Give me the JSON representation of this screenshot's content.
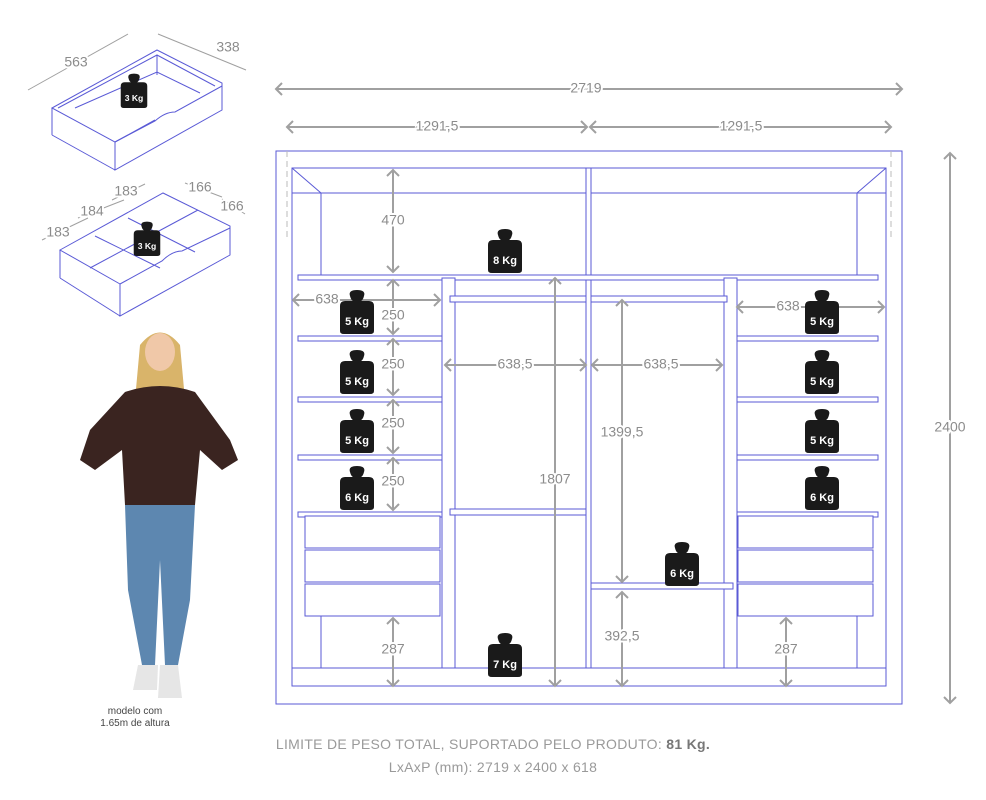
{
  "drawer_single": {
    "dims": [
      "563",
      "338"
    ],
    "weight": "3 Kg"
  },
  "drawer_divided": {
    "dims": [
      "183",
      "184",
      "183",
      "166",
      "166"
    ],
    "weight": "3 Kg"
  },
  "model_caption": {
    "line1": "modelo com",
    "line2": "1.65m de altura"
  },
  "wardrobe": {
    "dims": [
      "2719",
      "1291,5",
      "1291,5",
      "2400",
      "470",
      "638",
      "250",
      "250",
      "250",
      "250",
      "638",
      "638,5",
      "638,5",
      "1807",
      "1399,5",
      "392,5",
      "287",
      "287"
    ],
    "weights": [
      "8 Kg",
      "5 Kg",
      "5 Kg",
      "5 Kg",
      "6 Kg",
      "5 Kg",
      "5 Kg",
      "5 Kg",
      "6 Kg",
      "6 Kg",
      "7 Kg"
    ]
  },
  "footer": {
    "weight_limit_label": "LIMITE DE PESO TOTAL, SUPORTADO PELO PRODUTO:",
    "weight_limit_value": "81 Kg.",
    "dimensions": "LxAxP (mm): 2719 x 2400 x 618"
  },
  "colors": {
    "outline": "#5a5ad6",
    "dimension": "#a0a0a0",
    "weight": "#1a1a1a"
  }
}
